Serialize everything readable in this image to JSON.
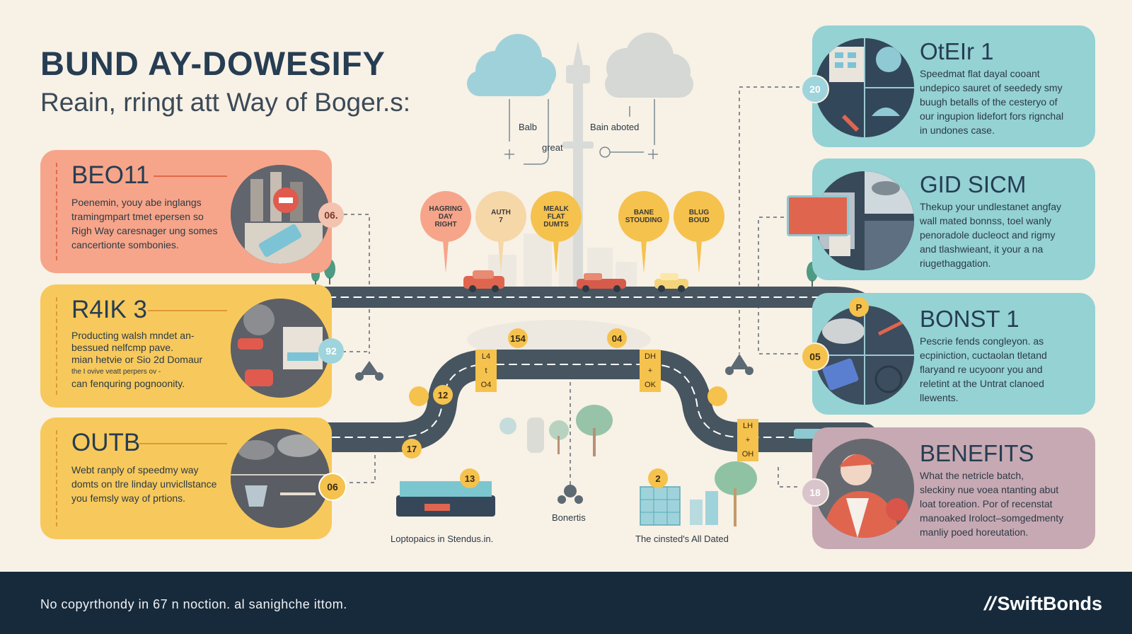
{
  "header": {
    "title": "BUND AY-DOWESIFY",
    "subtitle": "Reain, rringt att Way of Boger.s:"
  },
  "top_labels": {
    "left_a": "Balb",
    "left_b": "great",
    "right": "Bain aboted"
  },
  "left_cards": [
    {
      "title": "BEO11",
      "badge": "06.",
      "body": [
        "Poenemin, youy abe inglangs",
        "tramingmpart tmet epersen so",
        "Righ Way caresnager ung somes",
        "cancertionte sombonies."
      ]
    },
    {
      "title": "R4IK 3",
      "badge": "92",
      "body": [
        "Producting walsh mndet an-",
        "bessued nelfcmp pave.",
        "mian hetvie or  Sio 2d Domaur",
        "the I ovive veatt perpers ov -",
        "can fenquring pognoonity."
      ]
    },
    {
      "title": "OUTB",
      "badge": "06",
      "body": [
        "Webt ranply of speedmy way",
        "domts on tlre linday unvicllstance",
        "you femsly way of prtions."
      ]
    }
  ],
  "right_cards": [
    {
      "title": "OtEIr 1",
      "badge": "20",
      "body": [
        "Speedmat flat dayal cooant",
        "undepico sauret of seededy smy",
        "buugh betalls of the cesteryo of",
        "our ingupion lidefort fors rignchal",
        "in undones case."
      ]
    },
    {
      "title": "GID SICM",
      "body": [
        "Thekup your undlestanet angfay",
        "wall mated bonnss, toel wanly",
        "penoradole ducleoct and rigmy",
        "and tlashwieant, it your a na",
        "riugethaggation."
      ]
    },
    {
      "title": "BONST 1",
      "badge": "05",
      "body": [
        "Pescrie fends congleyon. as",
        "ecpiniction, cuctaolan tletand",
        "flaryand re ucyoonr you and",
        "reletint at the Untrat clanoed",
        "llewents."
      ]
    },
    {
      "title": "BENEFITS",
      "badge": "18",
      "body": [
        "What the netricle batch,",
        "sleckiny nue voea ntanting abut",
        "loat toreation. Por of recenstat",
        "manoaked Iroloct–somgedmenty",
        "manliy poed horeutation."
      ]
    }
  ],
  "pins": [
    {
      "lines": [
        "HAGRING",
        "DAY",
        "RIGHT"
      ]
    },
    {
      "lines": [
        "AUTH",
        "7"
      ]
    },
    {
      "lines": [
        "MEALK",
        "FLAT",
        "DUMTS"
      ]
    },
    {
      "lines": [
        "BANE",
        "STOUDING"
      ]
    },
    {
      "lines": [
        "BLUG",
        "BOUD"
      ]
    }
  ],
  "road_markers": [
    "154",
    "04",
    "12",
    "17",
    "13",
    "2",
    "P"
  ],
  "road_signs": [
    {
      "top": "L4",
      "mid": "t",
      "bot": "O4"
    },
    {
      "top": "DH",
      "mid": "+",
      "bot": "OK"
    },
    {
      "top": "LH",
      "mid": "+",
      "bot": "OH"
    }
  ],
  "bottom_labels": {
    "left": "Loptopaics in Stendus.in.",
    "center": "Bonertis",
    "right": "The cinsted's All Dated"
  },
  "footer": {
    "note": "No copyrthondy in 67 n noction. al sanighche ittom.",
    "brand": "SwiftBonds"
  },
  "colors": {
    "background": "#f8f1e6",
    "card_orange": "#f6a58a",
    "card_yellow": "#f7c95c",
    "card_teal": "#94d2d4",
    "card_mauve": "#c7a9b3",
    "road": "#465560",
    "navy": "#162a3c"
  }
}
